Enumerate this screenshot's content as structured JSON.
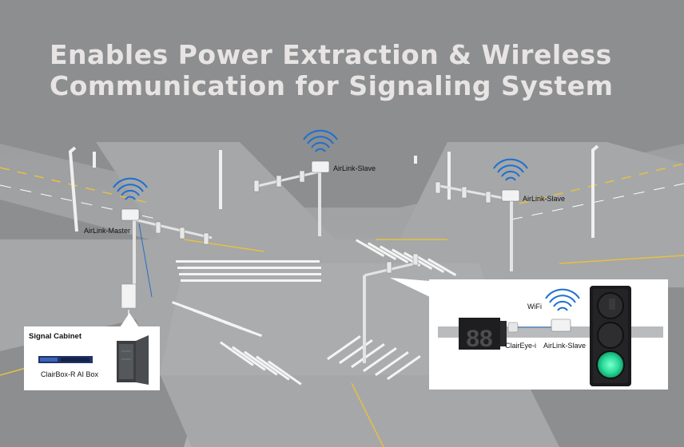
{
  "title": {
    "line1": "Enables Power Extraction & Wireless",
    "line2": "Communication for Signaling System"
  },
  "labels": {
    "airlink_master": "AirLink-Master",
    "airlink_slave_top": "AirLink-Slave",
    "airlink_slave_right": "AirLink-Slave"
  },
  "cabinet_inset": {
    "title": "Signal Cabinet",
    "device_label": "ClairBox-R AI Box"
  },
  "signal_inset": {
    "wifi_label": "WiFi",
    "camera_label": "ClairEye-i",
    "slave_label": "AirLink-Slave",
    "countdown_digits": "88"
  },
  "colors": {
    "background": "#8c8e90",
    "road": "#a5a7a9",
    "title": "#e8e4e4",
    "wifi": "#1d6fd0",
    "lane_line": "#e8c040",
    "signal_green": "#2bdc9a"
  }
}
